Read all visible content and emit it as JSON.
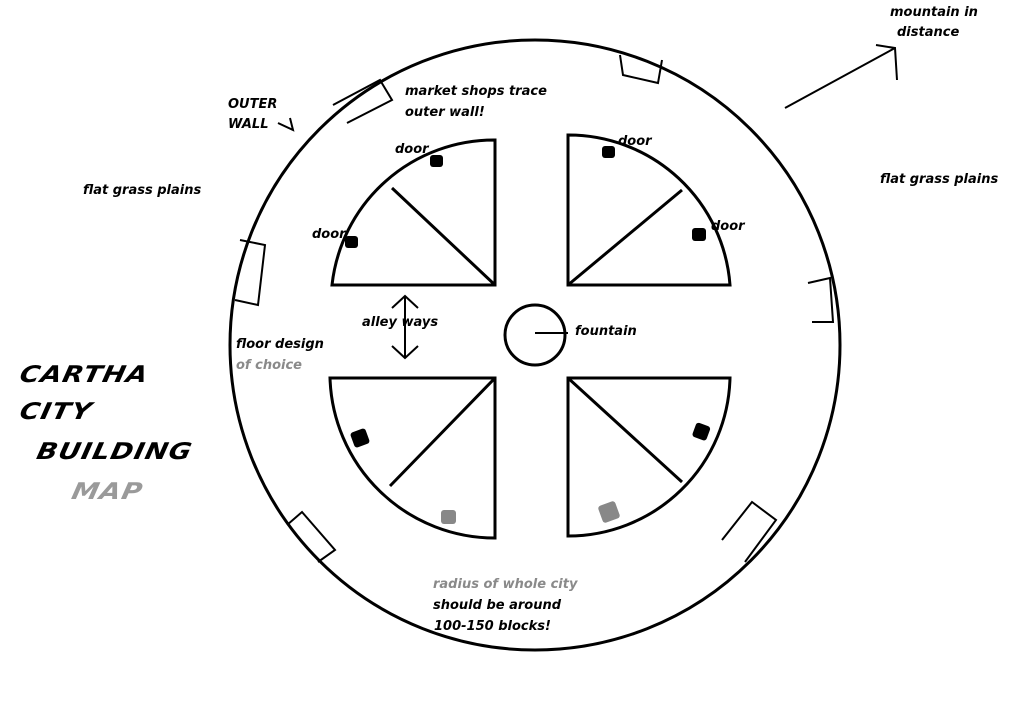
{
  "labels": {
    "mountain": "mountain in",
    "mountain2": "distance",
    "outer_wall": "OUTER",
    "outer_wall2": "WALL",
    "market": "market shops trace",
    "market2": "outer wall!",
    "grass_left": "flat grass plains",
    "grass_right": "flat grass plains",
    "door_tl_top": "door",
    "door_tl_left": "door",
    "door_tr_top": "door",
    "door_tr_right": "door",
    "alley": "alley ways",
    "fountain": "fountain",
    "floor": "floor design",
    "floor2": "of choice",
    "radius1": "radius of whole city",
    "radius2": "should be around",
    "radius3": "100-150 blocks!"
  },
  "title": {
    "line1": "CARTHA",
    "line2": "CITY",
    "line3": "BUILDING",
    "line4": "MAP"
  }
}
